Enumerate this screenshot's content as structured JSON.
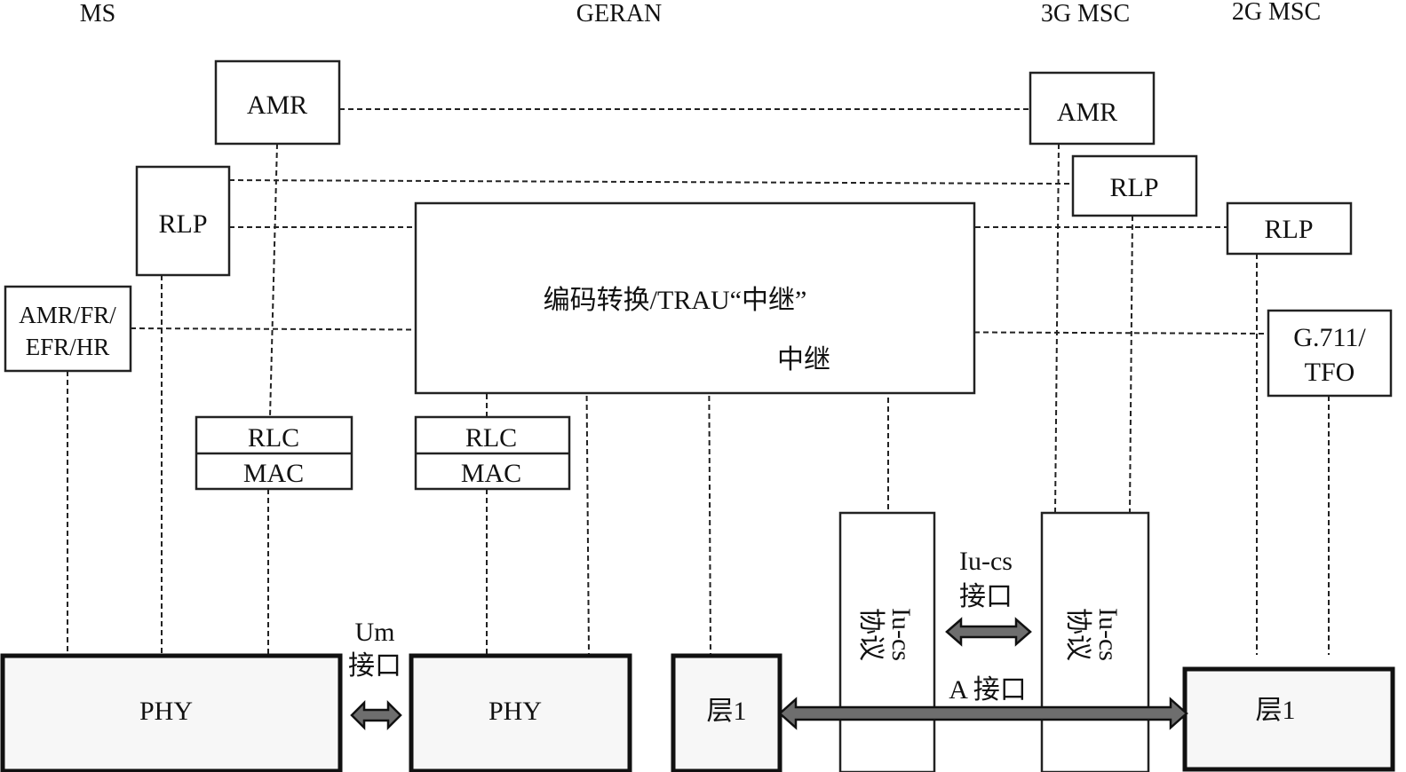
{
  "columns": {
    "ms": "MS",
    "geran": "GERAN",
    "msc3g": "3G MSC",
    "msc2g": "2G MSC"
  },
  "ms": {
    "amr": "AMR",
    "rlp": "RLP",
    "codec_line1": "AMR/FR/",
    "codec_line2": "EFR/HR",
    "rlc": "RLC",
    "mac": "MAC",
    "phy": "PHY"
  },
  "geran": {
    "transcoder": "编码转换/TRAU“中继”",
    "relay": "中继",
    "rlc": "RLC",
    "mac": "MAC",
    "phy": "PHY",
    "layer1": "层1",
    "iucs_line1": "Iu-cs",
    "iucs_line2": "协议"
  },
  "msc3g": {
    "amr": "AMR",
    "rlp": "RLP",
    "iucs_line1": "Iu-cs",
    "iucs_line2": "协议"
  },
  "msc2g": {
    "rlp": "RLP",
    "g711_line1": "G.711/",
    "g711_line2": "TFO",
    "layer1": "层1"
  },
  "interfaces": {
    "um_line1": "Um",
    "um_line2": "接口",
    "iucs_line1": "Iu-cs",
    "iucs_line2": "接口",
    "a_interface": "A 接口"
  },
  "colors": {
    "arrow_fill": "#6e6e6e",
    "phy_fill": "#f7f7f7",
    "line": "#222222"
  }
}
